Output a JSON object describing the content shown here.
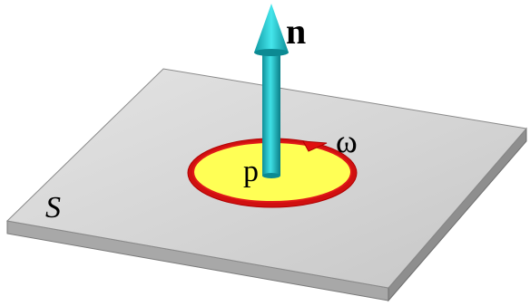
{
  "labels": {
    "surface": "S",
    "point": "p",
    "rotation": "ω",
    "normal": "n"
  },
  "colors": {
    "surface_top": "#d7d7d7",
    "surface_side": "#9a9a9a",
    "disk_fill": "#ffff55",
    "disk_rim": "#e01010",
    "arrow": "#22c4cc"
  }
}
